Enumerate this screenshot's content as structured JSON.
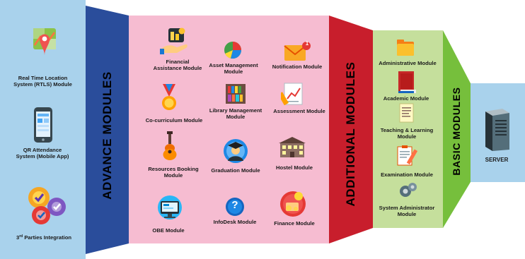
{
  "sections": {
    "advance_title": "ADVANCE MODULES",
    "additional_title": "ADDITIONAL MODULES",
    "basic_title": "BASIC MODULES",
    "server_label": "SERVER"
  },
  "left_panel": {
    "rtls": "Real Time Location System (RTLS) Module",
    "qr": "QR Attendance System (Mobile App)",
    "third_party_prefix": "3",
    "third_party_sup": "rd",
    "third_party_rest": " Parties Integration"
  },
  "advance": {
    "financial": "Financial Assistance Module",
    "asset": "Asset Management Module",
    "notification": "Notification Module",
    "notification_badge": "1",
    "cocurriculum": "Co-curriculum Module",
    "library": "Library Management Module",
    "assessment": "Assessment Module",
    "resources": "Resources Booking Module",
    "graduation": "Graduation Module",
    "hostel": "Hostel Module",
    "obe": "OBE Module",
    "infodesk": "InfoDesk Module",
    "infodesk_glyph": "?",
    "finance": "Finance Module"
  },
  "basic": {
    "administrative": "Administrative Module",
    "academic": "Academic Module",
    "teaching": "Teaching & Learning Module",
    "examination": "Examination Module",
    "sysadmin": "System Administrator Module"
  },
  "colors": {
    "left_bg": "#a9d2ec",
    "advance_band": "#2a4d9b",
    "advance_bg": "#f6bcd1",
    "additional_band": "#c81e2c",
    "additional_bg": "#c5df9c",
    "basic_band": "#76bf3c",
    "server_bg": "#a9d2ec"
  }
}
